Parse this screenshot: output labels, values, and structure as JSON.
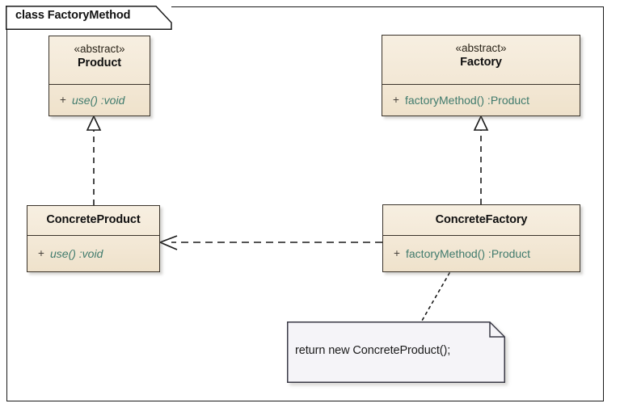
{
  "frame": {
    "title": "class FactoryMethod",
    "kind": "class-diagram-frame"
  },
  "classes": [
    {
      "id": "product",
      "stereotype": "«abstract»",
      "name": "Product",
      "visibility": "+",
      "operation": "use()  :void",
      "abstract": true
    },
    {
      "id": "factory",
      "stereotype": "«abstract»",
      "name": "Factory",
      "visibility": "+",
      "operation": "factoryMethod()  :Product",
      "abstract": true
    },
    {
      "id": "concreteproduct",
      "stereotype": "",
      "name": "ConcreteProduct",
      "visibility": "+",
      "operation": "use()  :void",
      "abstract": false
    },
    {
      "id": "concretefactory",
      "stereotype": "",
      "name": "ConcreteFactory",
      "visibility": "+",
      "operation": "factoryMethod()  :Product",
      "abstract": false
    }
  ],
  "note": {
    "text": "return new ConcreteProduct();"
  },
  "relationships": [
    {
      "id": "realize-product",
      "type": "realization",
      "from": "ConcreteProduct",
      "to": "Product",
      "style": "dashed",
      "arrowhead": "hollow-triangle"
    },
    {
      "id": "realize-factory",
      "type": "realization",
      "from": "ConcreteFactory",
      "to": "Factory",
      "style": "dashed",
      "arrowhead": "hollow-triangle"
    },
    {
      "id": "dependency-creates",
      "type": "dependency",
      "from": "ConcreteFactory",
      "to": "ConcreteProduct",
      "style": "dashed",
      "arrowhead": "open"
    },
    {
      "id": "note-anchor",
      "type": "note-link",
      "from": "ConcreteFactory",
      "to": "note",
      "style": "dotted",
      "arrowhead": "none"
    }
  ],
  "colors": {
    "class_fill": "#f3e8d6",
    "class_border": "#3a332a",
    "operation_text": "#3f7a6c",
    "note_fill": "#f5f4f8",
    "note_border": "#3a3a46",
    "frame_border": "#1a1a1a",
    "background": "#ffffff"
  }
}
